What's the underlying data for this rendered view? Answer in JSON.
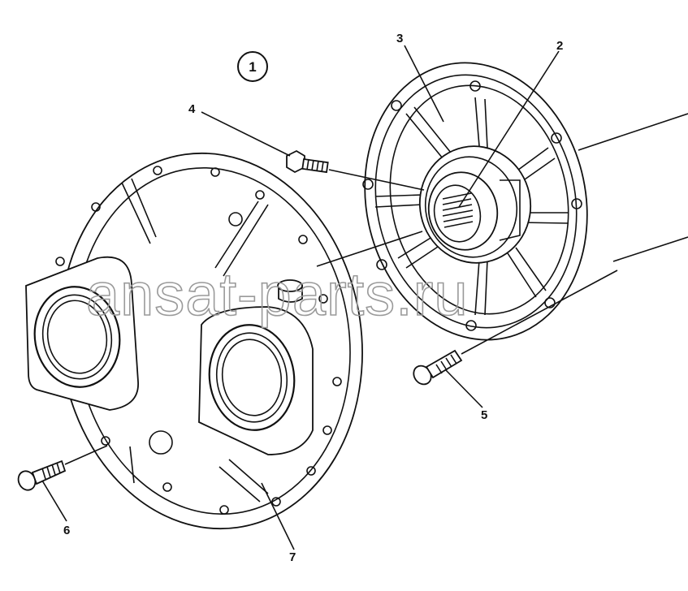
{
  "figure_number": "1",
  "watermark": "ansat-parts.ru",
  "callouts": [
    "2",
    "3",
    "4",
    "5",
    "6",
    "7"
  ]
}
